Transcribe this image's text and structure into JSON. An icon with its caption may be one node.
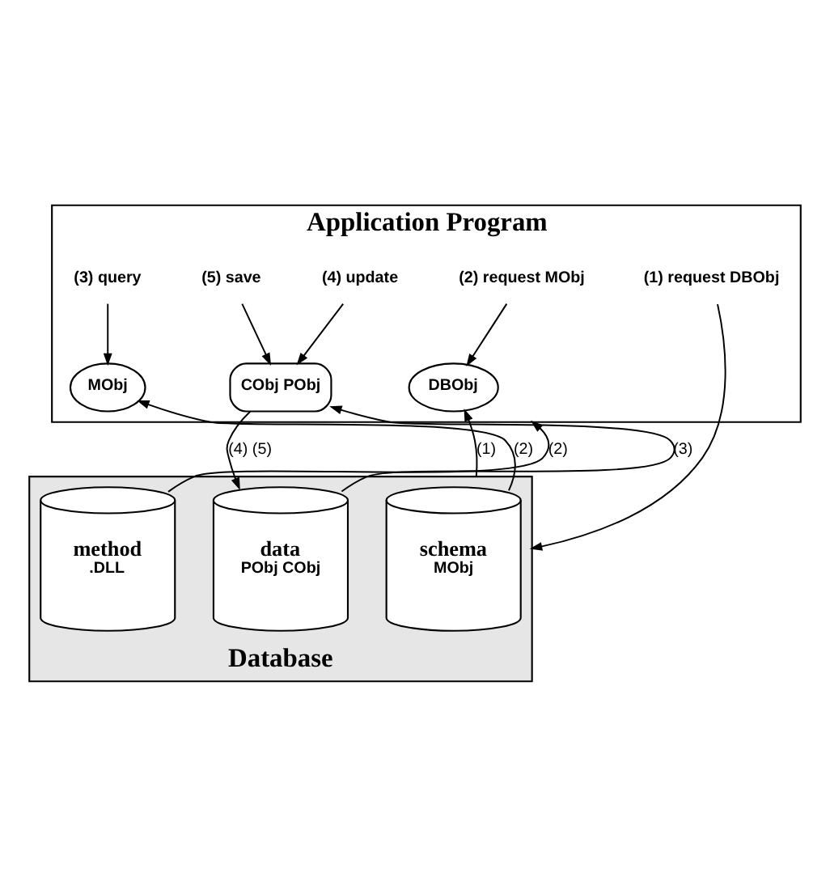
{
  "diagram": {
    "nodes": [
      {
        "text": [
          "Application Program"
        ]
      },
      {
        "text": [
          "(1) request DBObj"
        ],
        "in": 0
      },
      {
        "text": [
          "(2) request MObj"
        ],
        "in": 0
      },
      {
        "text": [
          "(3) query"
        ],
        "in": 0
      },
      {
        "text": [
          "(4) update"
        ],
        "in": 0
      },
      {
        "text": [
          "DBObj"
        ],
        "in": 0
      },
      {
        "text": [
          "MObj"
        ],
        "in": 0
      },
      {
        "text": [
          "CObj PObj"
        ],
        "in": 0
      },
      {
        "text": [
          "(5) save"
        ],
        "in": 0
      },
      {
        "text": [
          "Database"
        ]
      },
      {
        "text": [
          "schema",
          "MObj"
        ],
        "in": 9
      },
      {
        "text": [
          "method",
          ".DLL"
        ],
        "in": 9
      },
      {
        "text": [
          "data",
          "PObj CObj"
        ],
        "in": 9
      }
    ],
    "edges": [
      {
        "from": 1,
        "to": 9,
        "arrow": "to"
      },
      {
        "from": 2,
        "to": 5,
        "arrow": "to"
      },
      {
        "from": 3,
        "to": 6,
        "arrow": "to"
      },
      {
        "from": 4,
        "to": 7,
        "arrow": "to"
      },
      {
        "from": 8,
        "to": 7,
        "arrow": "to"
      },
      {
        "from": 9,
        "to": 5,
        "arrow": "to",
        "label": "(1)"
      },
      {
        "from": 10,
        "to": 6,
        "arrow": "to",
        "label": "(2)"
      },
      {
        "from": 11,
        "to": 0,
        "arrow": "to",
        "label": "(2)"
      },
      {
        "from": 12,
        "to": 7,
        "arrow": "to",
        "label": "(3)"
      },
      {
        "from": 7,
        "to": 12,
        "arrow": "to",
        "label": "(4) (5)"
      }
    ]
  }
}
